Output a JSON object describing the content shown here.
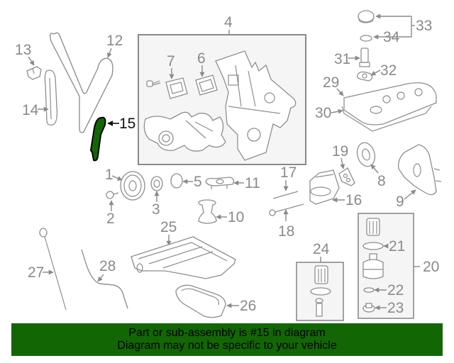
{
  "diagram": {
    "highlight_color": "#136604",
    "highlighted_part": "15",
    "callouts": {
      "c1": "1",
      "c2": "2",
      "c3": "3",
      "c4": "4",
      "c5": "5",
      "c6": "6",
      "c7": "7",
      "c8": "8",
      "c9": "9",
      "c10": "10",
      "c11": "11",
      "c12": "12",
      "c13": "13",
      "c14": "14",
      "c15": "15",
      "c16": "16",
      "c17": "17",
      "c18": "18",
      "c19": "19",
      "c20": "20",
      "c21": "21",
      "c22": "22",
      "c23": "23",
      "c24": "24",
      "c25": "25",
      "c26": "26",
      "c27": "27",
      "c28": "28",
      "c29": "29",
      "c30": "30",
      "c31": "31",
      "c32": "32",
      "c33": "33",
      "c34": "34"
    }
  },
  "banner": {
    "line1": "Part or sub-assembly is #15 in diagram",
    "line2": "Diagram may not be specific to your vehicle"
  }
}
